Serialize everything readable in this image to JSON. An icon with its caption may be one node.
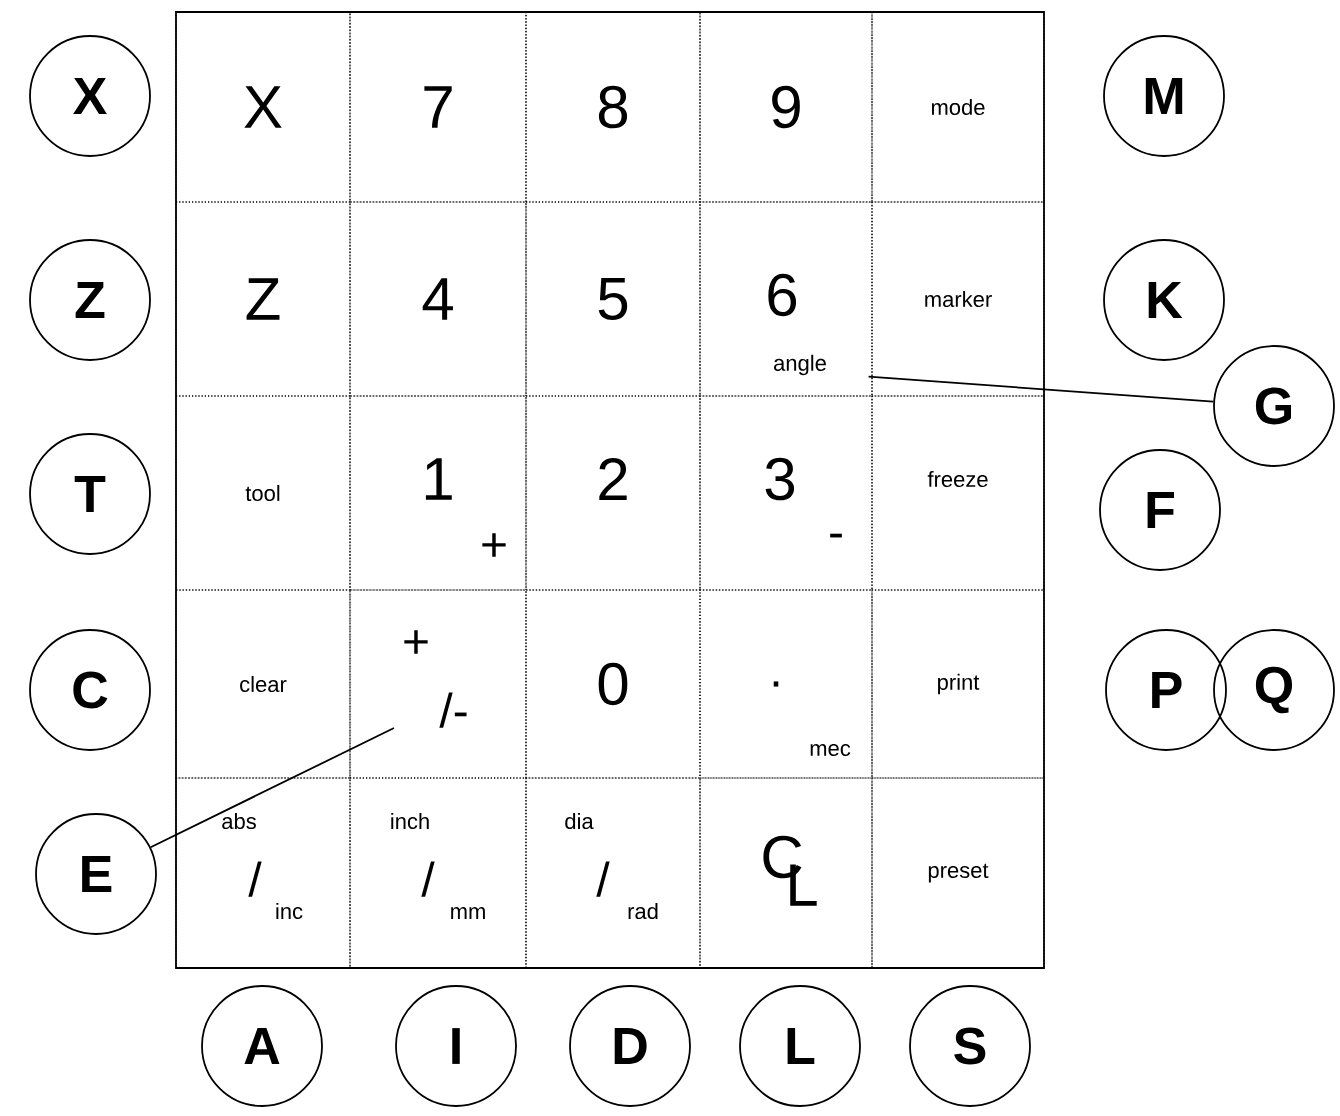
{
  "diagram": {
    "nodes": [
      {
        "text": [
          "X"
        ]
      },
      {
        "text": [
          "7"
        ]
      },
      {
        "text": [
          "8"
        ]
      },
      {
        "text": [
          "9"
        ]
      },
      {
        "text": [
          "mode"
        ]
      },
      {
        "text": [
          "Z"
        ]
      },
      {
        "text": [
          "4"
        ]
      },
      {
        "text": [
          "5"
        ]
      },
      {
        "text": [
          "6",
          "angle"
        ]
      },
      {
        "text": [
          "marker"
        ]
      },
      {
        "text": [
          "tool"
        ]
      },
      {
        "text": [
          "1",
          "+"
        ]
      },
      {
        "text": [
          "2"
        ]
      },
      {
        "text": [
          "3",
          "-"
        ]
      },
      {
        "text": [
          "freeze"
        ]
      },
      {
        "text": [
          "clear"
        ]
      },
      {
        "text": [
          "+",
          "/-"
        ]
      },
      {
        "text": [
          "0"
        ]
      },
      {
        "text": [
          ".",
          "mec"
        ]
      },
      {
        "text": [
          "print"
        ]
      },
      {
        "text": [
          "abs",
          "/",
          "inc"
        ]
      },
      {
        "text": [
          "inch",
          "/",
          "mm"
        ]
      },
      {
        "text": [
          "dia",
          "/",
          "rad"
        ]
      },
      {
        "text": [
          "C",
          "L"
        ]
      },
      {
        "text": [
          "preset"
        ]
      },
      {
        "text": [
          "X"
        ]
      },
      {
        "text": [
          "Z"
        ]
      },
      {
        "text": [
          "T"
        ]
      },
      {
        "text": [
          "C"
        ]
      },
      {
        "text": [
          "E"
        ]
      },
      {
        "text": [
          "A"
        ]
      },
      {
        "text": [
          "I"
        ]
      },
      {
        "text": [
          "D"
        ]
      },
      {
        "text": [
          "L"
        ]
      },
      {
        "text": [
          "S"
        ]
      },
      {
        "text": [
          "M"
        ]
      },
      {
        "text": [
          "K"
        ]
      },
      {
        "text": [
          "G"
        ]
      },
      {
        "text": [
          "F"
        ]
      },
      {
        "text": [
          "P"
        ]
      },
      {
        "text": [
          "Q"
        ]
      }
    ],
    "edges": [
      {
        "from": 37,
        "to": 8,
        "arrow": "none"
      },
      {
        "from": 29,
        "to": 16,
        "arrow": "none"
      }
    ]
  }
}
